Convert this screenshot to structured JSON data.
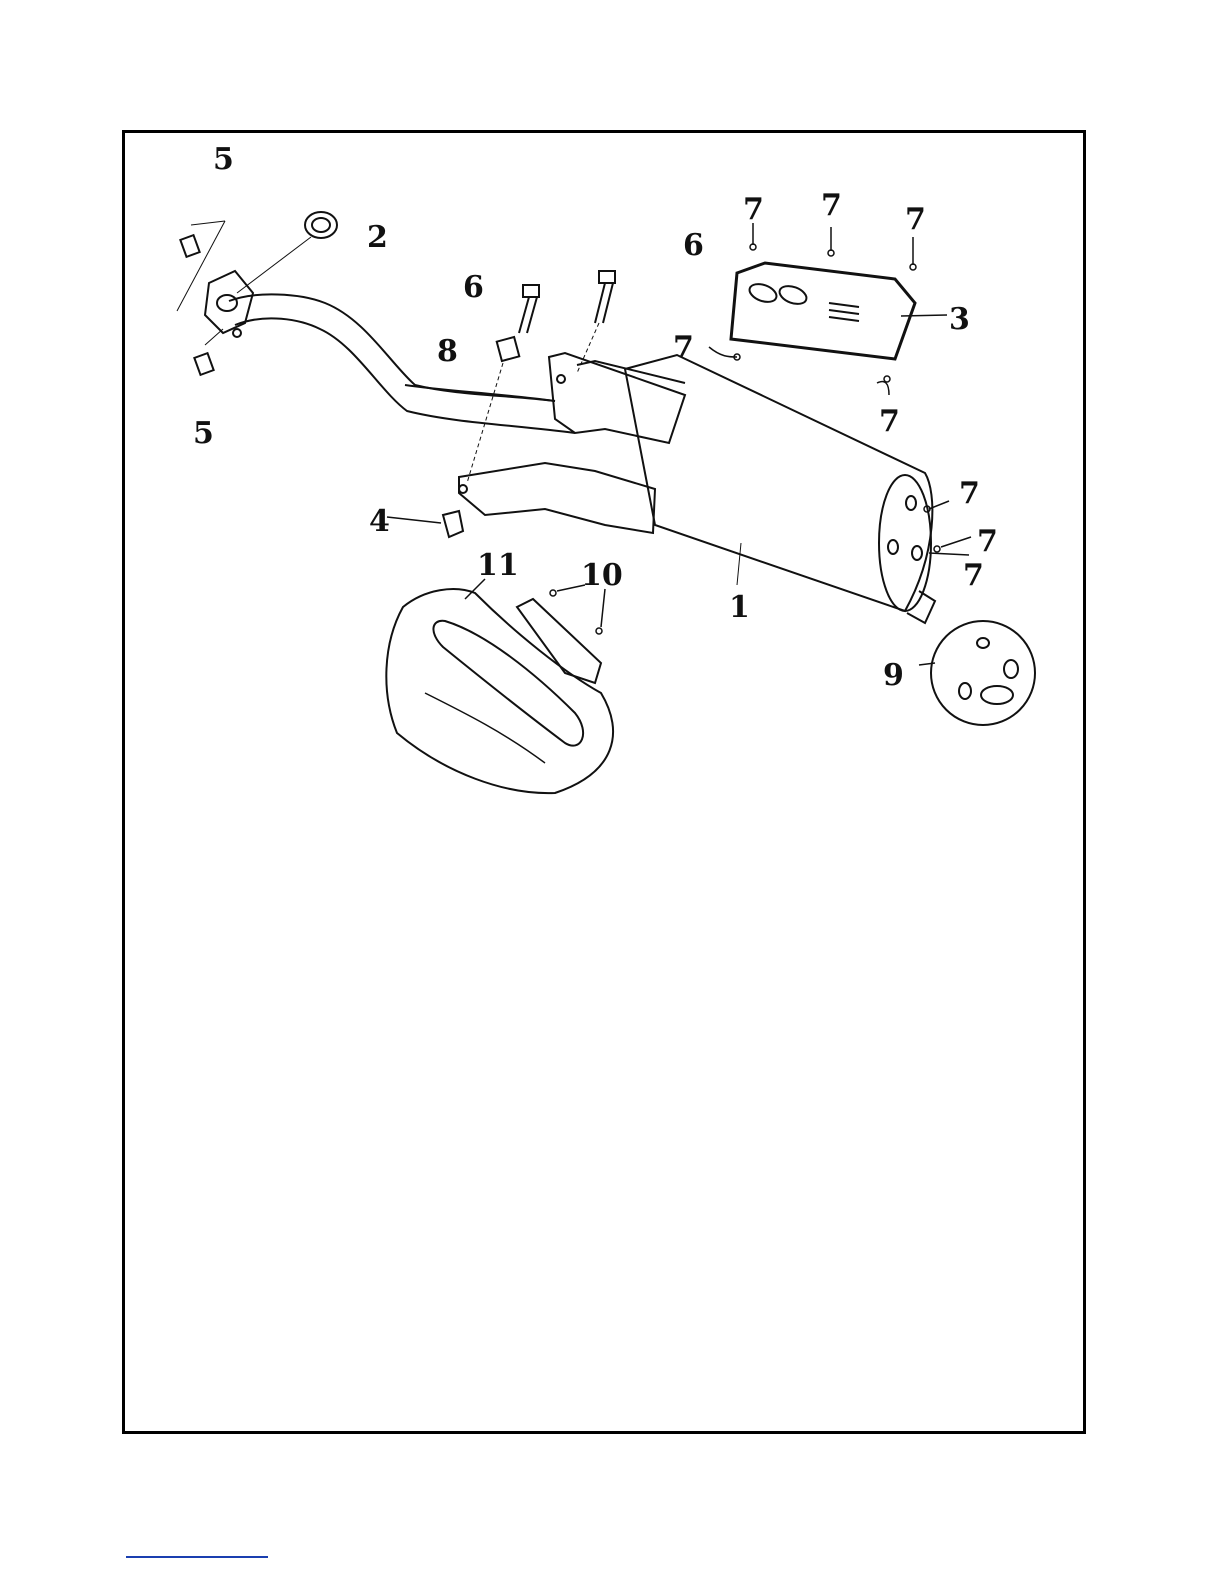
{
  "diagram": {
    "callouts": {
      "c1": "1",
      "c2": "2",
      "c3": "3",
      "c4": "4",
      "c5a": "5",
      "c5b": "5",
      "c6a": "6",
      "c6b": "6",
      "c7a": "7",
      "c7b": "7",
      "c7c": "7",
      "c7d": "7",
      "c7e": "7",
      "c7f": "7",
      "c7g": "7",
      "c7h": "7",
      "c8": "8",
      "c9": "9",
      "c10": "10",
      "c11": "11"
    }
  },
  "colors": {
    "line": "#111111",
    "frame": "#000000",
    "link": "#1a3fb0",
    "fill": "#ffffff"
  }
}
